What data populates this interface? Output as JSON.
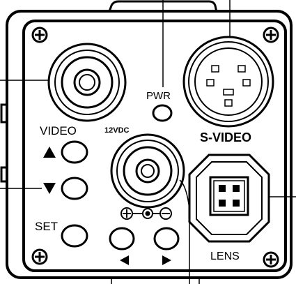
{
  "labels": {
    "pwr": "PWR",
    "svideo": "S-VIDEO",
    "video": "VIDEO",
    "dc": "12VDC",
    "set": "SET",
    "lens": "LENS"
  },
  "colors": {
    "ink": "#000000",
    "paper": "#ffffff"
  }
}
